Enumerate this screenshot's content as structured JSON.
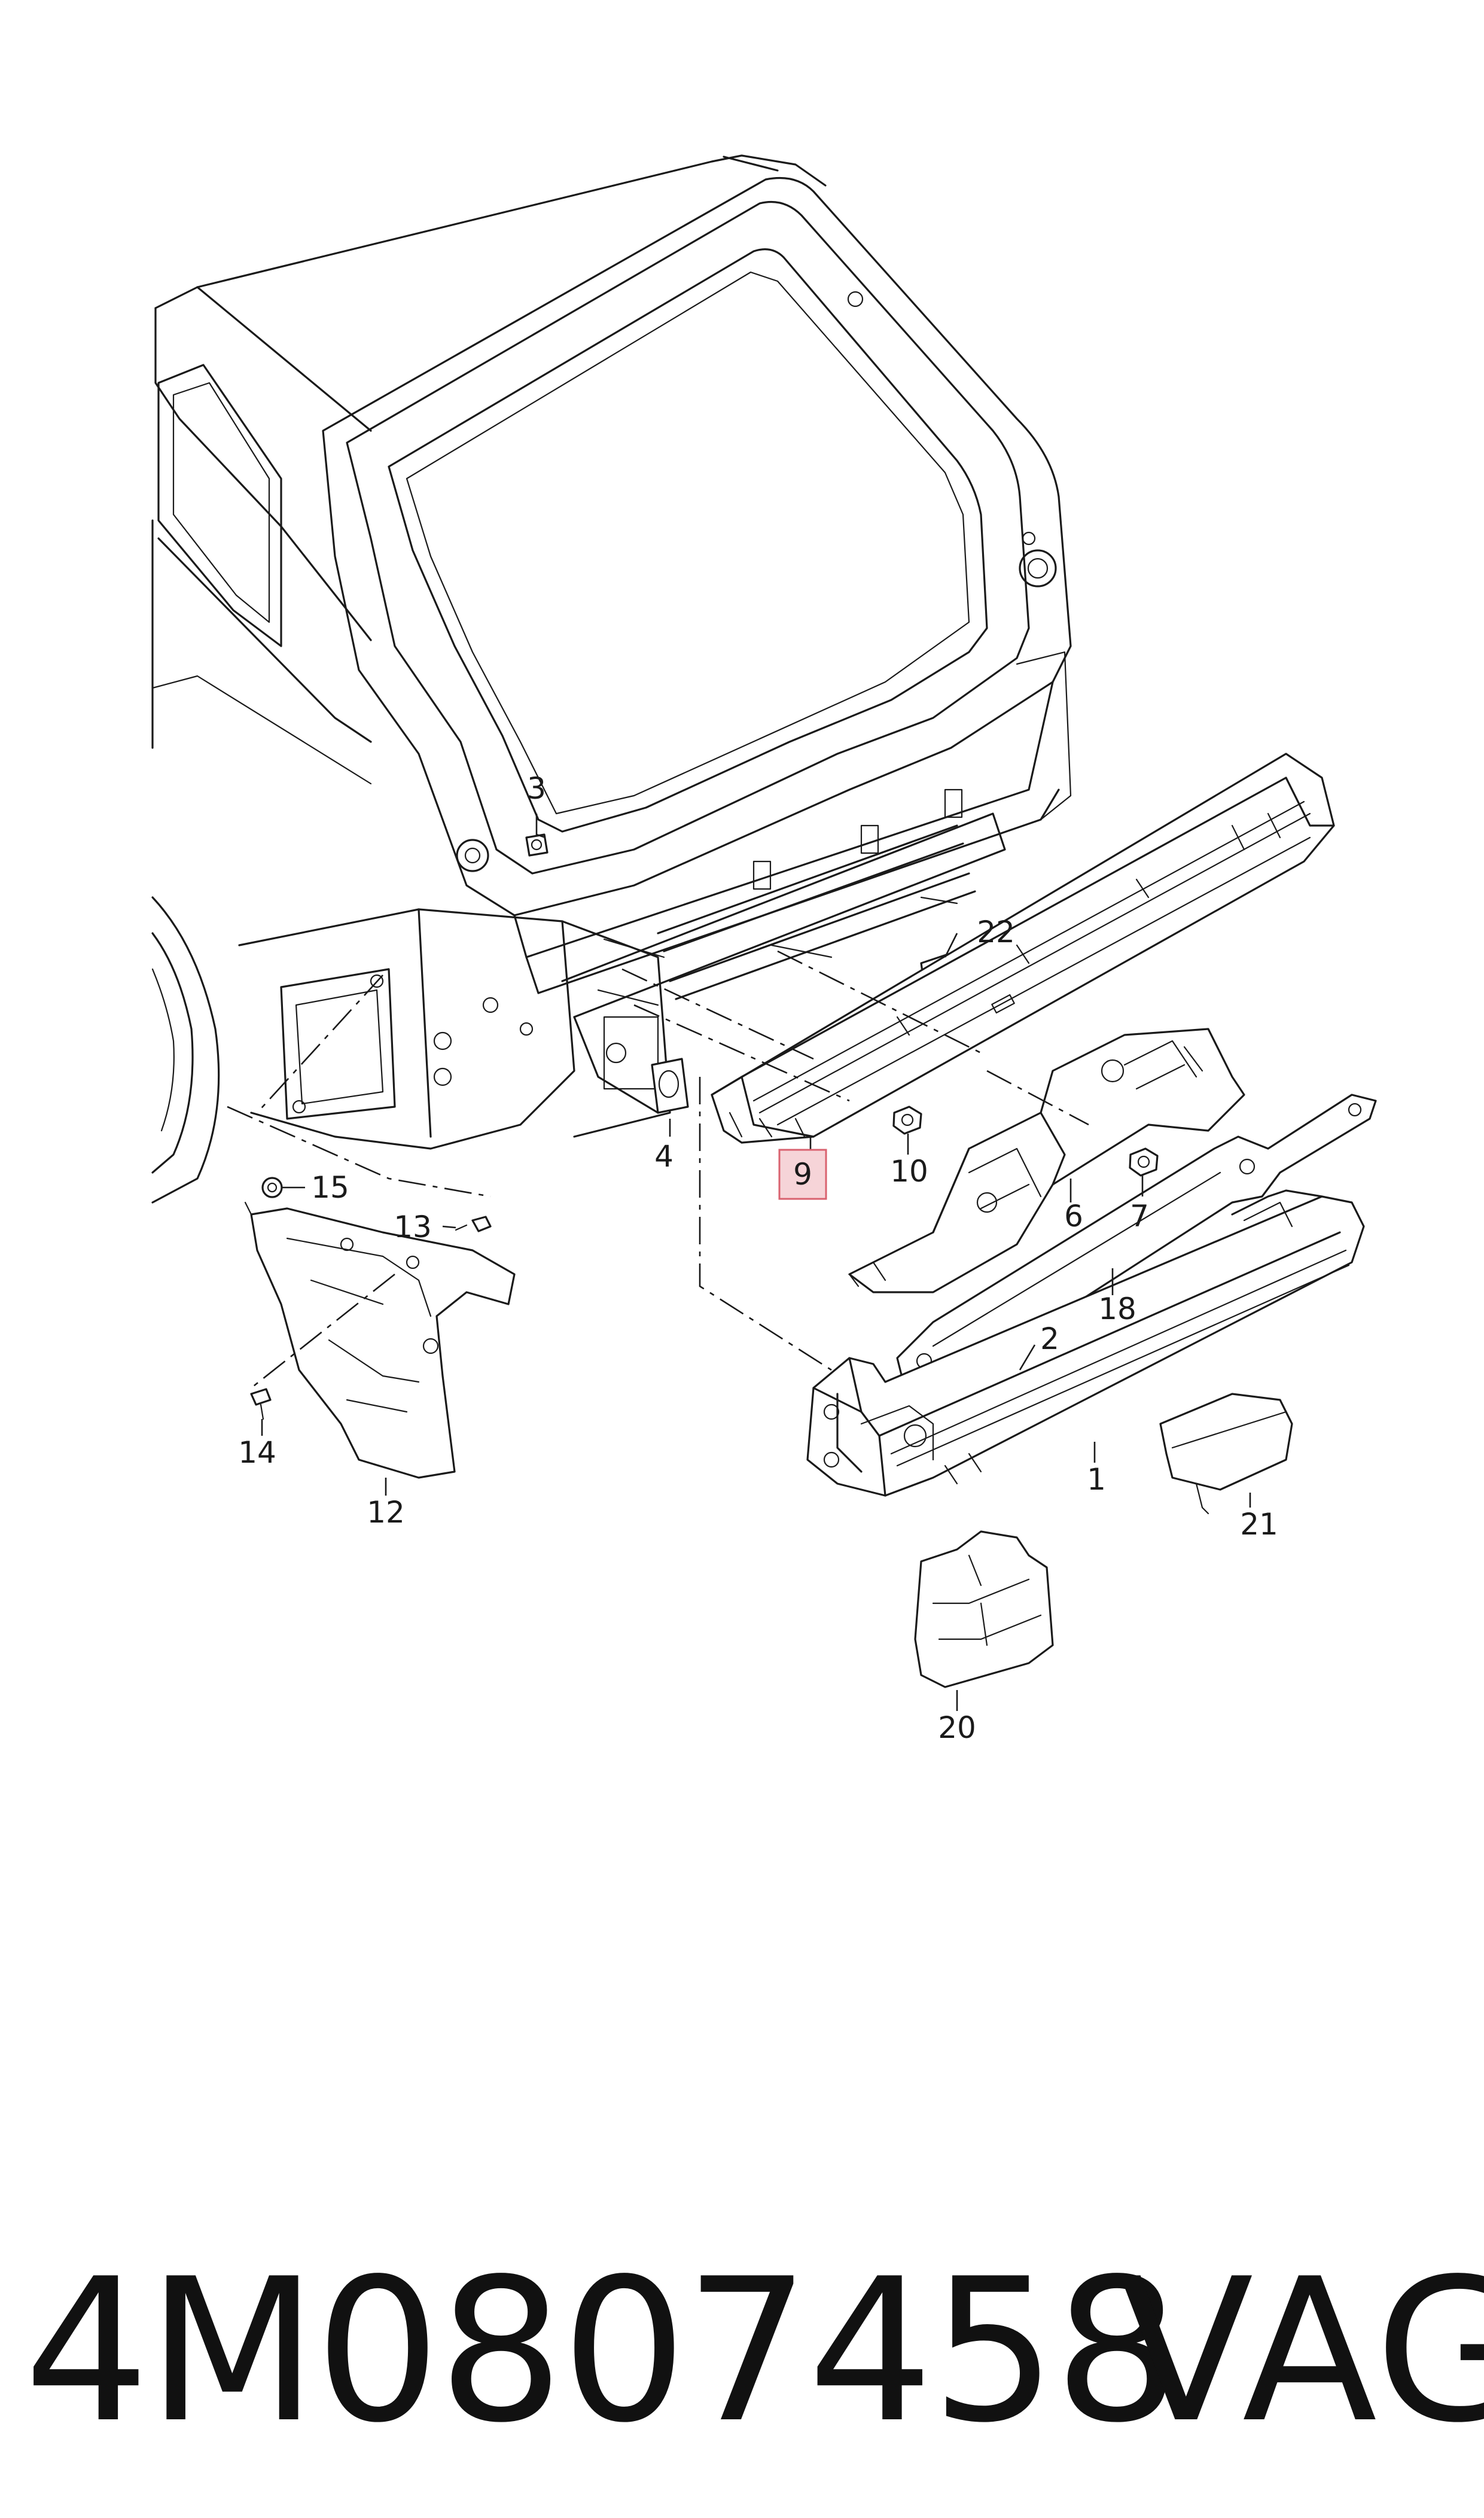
{
  "callouts": {
    "c1": "1",
    "c2": "2",
    "c3": "3",
    "c4": "4",
    "c6": "6",
    "c7": "7",
    "c9": "9",
    "c10": "10",
    "c12": "12",
    "c13": "13",
    "c14": "14",
    "c15": "15",
    "c18": "18",
    "c20": "20",
    "c21": "21",
    "c22": "22"
  },
  "highlighted_callout": "9",
  "footer": {
    "part_number": "4M0807458",
    "brand": "VAG"
  },
  "colors": {
    "line": "#1a1a1a",
    "highlight_fill": "#f6d4d8",
    "highlight_stroke": "#d9626f"
  }
}
